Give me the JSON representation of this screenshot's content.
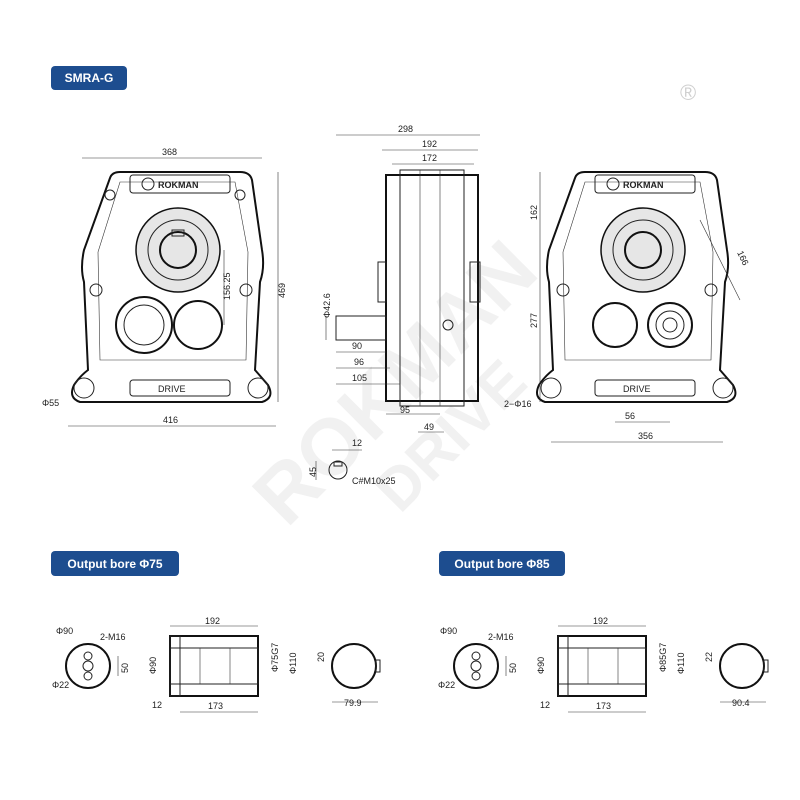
{
  "labels": {
    "model": "SMRA-G",
    "bore75": "Output bore Φ75",
    "bore85": "Output bore Φ85",
    "registered": "®",
    "watermark_top": "ROKMAN",
    "watermark_bottom": "DRIVE",
    "plate_logo": "ROKMAN",
    "plate_logo_sub": "DRIVE"
  },
  "front_view": {
    "d368": "368",
    "d469": "469",
    "d156": "156.25",
    "d55": "Φ55",
    "d416": "416"
  },
  "side_view": {
    "d298": "298",
    "d192": "192",
    "d172": "172",
    "d42": "Φ42.6",
    "d90": "90",
    "d96": "96",
    "d105": "105",
    "d95": "95",
    "d49": "49",
    "d12": "12",
    "d45": "45",
    "key": "C#M10x25"
  },
  "rear_view": {
    "d162": "162",
    "d277": "277",
    "d166": "166",
    "d216": "2−Φ16",
    "d56": "56",
    "d356": "356"
  },
  "bore75": {
    "d90": "Φ90",
    "m16": "2-M16",
    "d22": "Φ22",
    "d50": "50",
    "d192": "192",
    "d90v": "Φ90",
    "d75": "Φ75G7",
    "d110": "Φ110",
    "d12": "12",
    "d173": "173",
    "d20": "20",
    "d79": "79.9"
  },
  "bore85": {
    "d90": "Φ90",
    "m16": "2-M16",
    "d22": "Φ22",
    "d50": "50",
    "d192": "192",
    "d90v": "Φ90",
    "d85": "Φ85G7",
    "d110": "Φ110",
    "d12": "12",
    "d173": "173",
    "d22s": "22",
    "d90w": "90.4"
  }
}
